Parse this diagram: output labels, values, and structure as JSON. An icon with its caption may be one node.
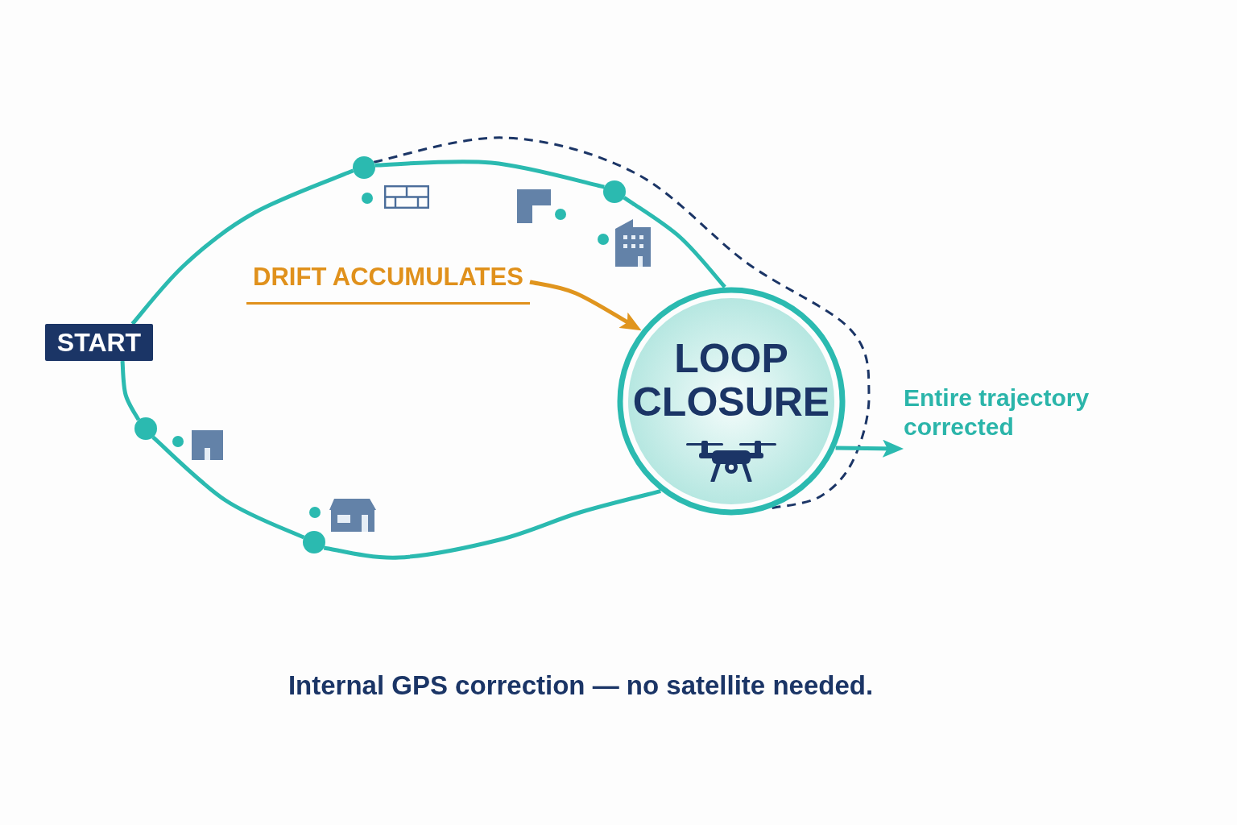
{
  "diagram": {
    "caption": "Internal GPS correction — no satellite needed.",
    "nodes": [
      {
        "text": [
          "START"
        ]
      },
      {
        "text": [
          "DRIFT ACCUMULATES"
        ]
      },
      {
        "text": [
          "LOOP CLOSURE"
        ]
      },
      {
        "text": [
          "Entire trajectory corrected"
        ]
      },
      {
        "text": [],
        "shape": "circle"
      },
      {
        "text": [],
        "shape": "circle"
      },
      {
        "text": [],
        "shape": "circle"
      },
      {
        "text": [],
        "shape": "circle"
      }
    ],
    "edges": [
      {
        "from": 0,
        "to": 6,
        "arrow": "none"
      },
      {
        "from": 6,
        "to": 7,
        "arrow": "none"
      },
      {
        "from": 7,
        "to": 2,
        "arrow": "none"
      },
      {
        "from": 0,
        "to": 4,
        "arrow": "none"
      },
      {
        "from": 4,
        "to": 5,
        "arrow": "none"
      },
      {
        "from": 5,
        "to": 2,
        "arrow": "none"
      },
      {
        "from": 6,
        "to": 2,
        "arrow": "none",
        "style": "dashed",
        "color": "#1b3566"
      },
      {
        "from": 1,
        "to": 2,
        "arrow": "to",
        "color": "#e0951e"
      },
      {
        "from": 2,
        "to": 3,
        "arrow": "to"
      }
    ]
  }
}
